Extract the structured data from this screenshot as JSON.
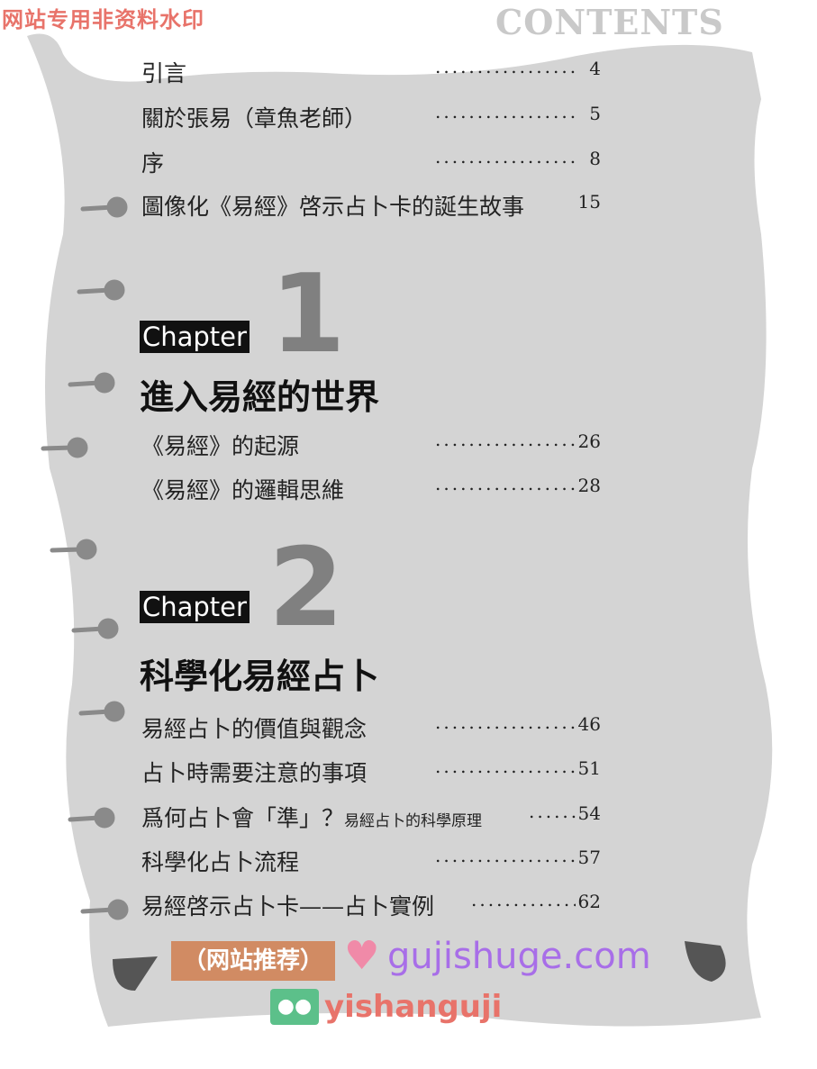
{
  "watermark_top": "网站专用非资料水印",
  "header": "CONTENTS",
  "watermarks": {
    "badge": "（网站推荐）",
    "site": "gujishuge.com",
    "wechat_id": "yishanguji"
  },
  "front_matter": [
    {
      "title": "引言",
      "page": "4"
    },
    {
      "title": "關於張易（章魚老師）",
      "page": "5"
    },
    {
      "title": "序",
      "page": "8"
    },
    {
      "title": "圖像化《易經》啓示占卜卡的誕生故事",
      "page": "15"
    }
  ],
  "chapters": [
    {
      "label": "Chapter",
      "number": "1",
      "title": "進入易經的世界",
      "entries": [
        {
          "title": "《易經》的起源",
          "page": "26"
        },
        {
          "title": "《易經》的邏輯思維",
          "page": "28"
        }
      ]
    },
    {
      "label": "Chapter",
      "number": "2",
      "title": "科學化易經占卜",
      "entries": [
        {
          "title": "易經占卜的價值與觀念",
          "page": "46"
        },
        {
          "title": "占卜時需要注意的事項",
          "page": "51"
        },
        {
          "title": "爲何占卜會「準」？",
          "subtitle": "易經占卜的科學原理",
          "page": "54"
        },
        {
          "title": "科學化占卜流程",
          "page": "57"
        },
        {
          "title": "易經啓示占卜卡——占卜實例",
          "page": "62"
        }
      ]
    }
  ],
  "leader": "...................."
}
